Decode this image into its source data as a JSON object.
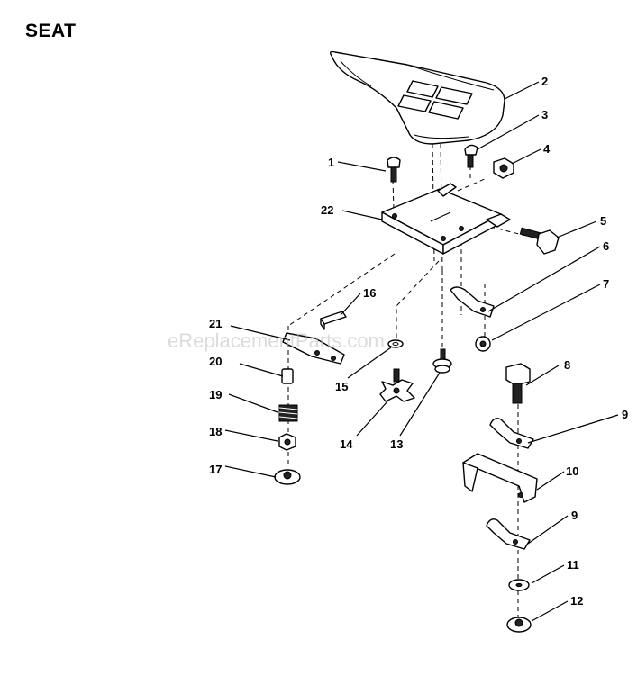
{
  "title": "SEAT",
  "watermark": "eReplacementParts.com",
  "callouts": [
    "1",
    "2",
    "3",
    "4",
    "5",
    "6",
    "7",
    "8",
    "9",
    "9",
    "10",
    "11",
    "12",
    "13",
    "14",
    "15",
    "16",
    "17",
    "18",
    "19",
    "20",
    "21",
    "22"
  ]
}
